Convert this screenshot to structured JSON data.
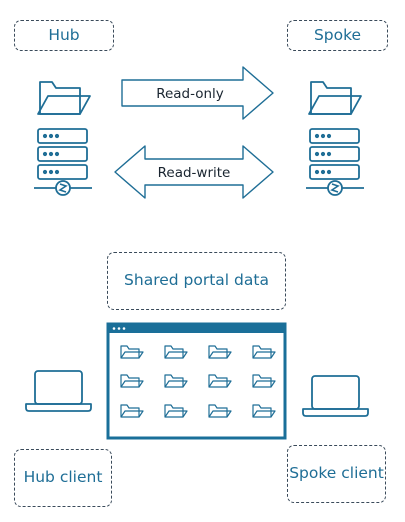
{
  "labels": {
    "hub": "Hub",
    "spoke": "Spoke",
    "shared_portal": "Shared portal data",
    "hub_client": "Hub client",
    "spoke_client": "Spoke client"
  },
  "arrows": {
    "read_only": "Read-only",
    "read_write": "Read-write"
  },
  "colors": {
    "icon_stroke": "#1f6e96",
    "label_text": "#1f6e96",
    "arrow_stroke": "#1f6e96",
    "arrow_text": "#1a2530",
    "border_dashed": "#3a4a5a",
    "window_frame": "#1a6f99"
  },
  "icons": [
    "folder-icon",
    "server-icon",
    "laptop-icon",
    "browser-window-icon"
  ]
}
